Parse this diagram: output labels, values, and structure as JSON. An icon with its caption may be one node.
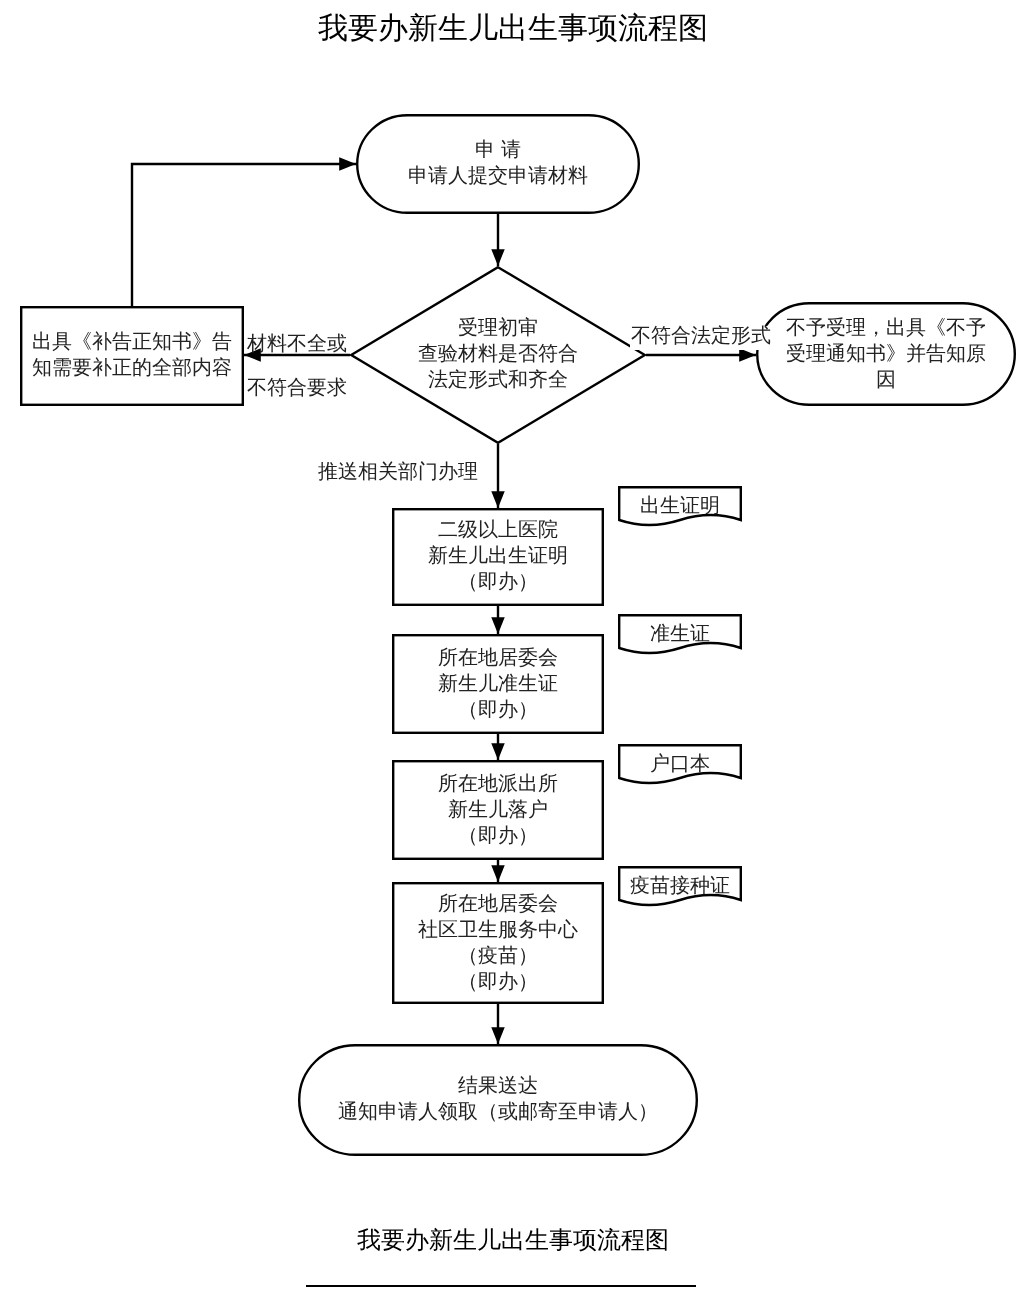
{
  "diagram": {
    "title": "我要办新生儿出生事项流程图",
    "caption": "我要办新生儿出生事项流程图",
    "nodes": [
      {
        "text": [
          "申 请",
          "申请人提交申请材料"
        ]
      },
      {
        "text": [
          "受理初审",
          "查验材料是否符合法定形式和齐全"
        ]
      },
      {
        "text": [
          "出具《补告正知书》告知需要补正的全部内容"
        ]
      },
      {
        "text": [
          "不予受理，出具《不予受理通知书》并告知原因"
        ]
      },
      {
        "text": [
          "二级以上医院",
          "新生儿出生证明",
          "（即办）"
        ]
      },
      {
        "text": [
          "出生证明"
        ]
      },
      {
        "text": [
          "所在地居委会",
          "新生儿准生证",
          "（即办）"
        ]
      },
      {
        "text": [
          "准生证"
        ]
      },
      {
        "text": [
          "所在地派出所",
          "新生儿落户",
          "（即办）"
        ]
      },
      {
        "text": [
          "户口本"
        ]
      },
      {
        "text": [
          "所在地居委会",
          "社区卫生服务中心",
          "（疫苗）",
          "（即办）"
        ]
      },
      {
        "text": [
          "疫苗接种证"
        ]
      },
      {
        "text": [
          "结果送达",
          "通知申请人领取（或邮寄至申请人）"
        ]
      }
    ],
    "edges": [
      {
        "from": 0,
        "to": 1,
        "arrow": "to"
      },
      {
        "from": 1,
        "to": 2,
        "arrow": "to",
        "label": "材料不全或不符合要求"
      },
      {
        "from": 1,
        "to": 3,
        "arrow": "to",
        "label": "不符合法定形式"
      },
      {
        "from": 2,
        "to": 0,
        "arrow": "to"
      },
      {
        "from": 1,
        "to": 4,
        "arrow": "to",
        "label": "推送相关部门办理"
      },
      {
        "from": 4,
        "to": 6,
        "arrow": "to"
      },
      {
        "from": 6,
        "to": 8,
        "arrow": "to"
      },
      {
        "from": 8,
        "to": 10,
        "arrow": "to"
      },
      {
        "from": 10,
        "to": 12,
        "arrow": "to"
      }
    ]
  }
}
